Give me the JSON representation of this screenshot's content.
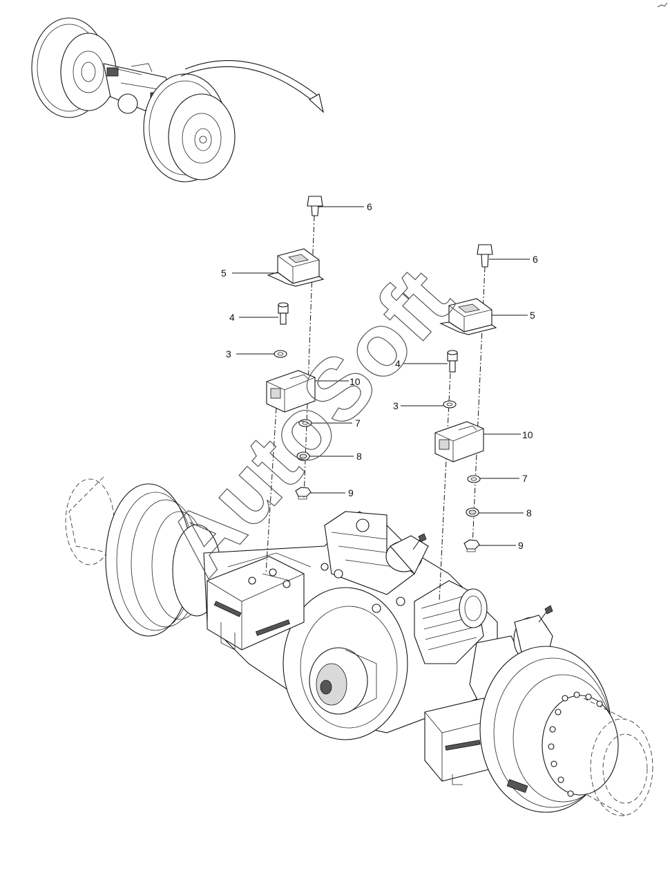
{
  "watermark": "AutoSoft",
  "callouts": [
    {
      "id": "c6a",
      "label": "6"
    },
    {
      "id": "c5a",
      "label": "5"
    },
    {
      "id": "c4a",
      "label": "4"
    },
    {
      "id": "c3a",
      "label": "3"
    },
    {
      "id": "c10a",
      "label": "10"
    },
    {
      "id": "c7a",
      "label": "7"
    },
    {
      "id": "c8a",
      "label": "8"
    },
    {
      "id": "c9a",
      "label": "9"
    },
    {
      "id": "c6b",
      "label": "6"
    },
    {
      "id": "c5b",
      "label": "5"
    },
    {
      "id": "c4b",
      "label": "4"
    },
    {
      "id": "c3b",
      "label": "3"
    },
    {
      "id": "c10b",
      "label": "10"
    },
    {
      "id": "c7b",
      "label": "7"
    },
    {
      "id": "c8b",
      "label": "8"
    },
    {
      "id": "c9b",
      "label": "9"
    }
  ]
}
